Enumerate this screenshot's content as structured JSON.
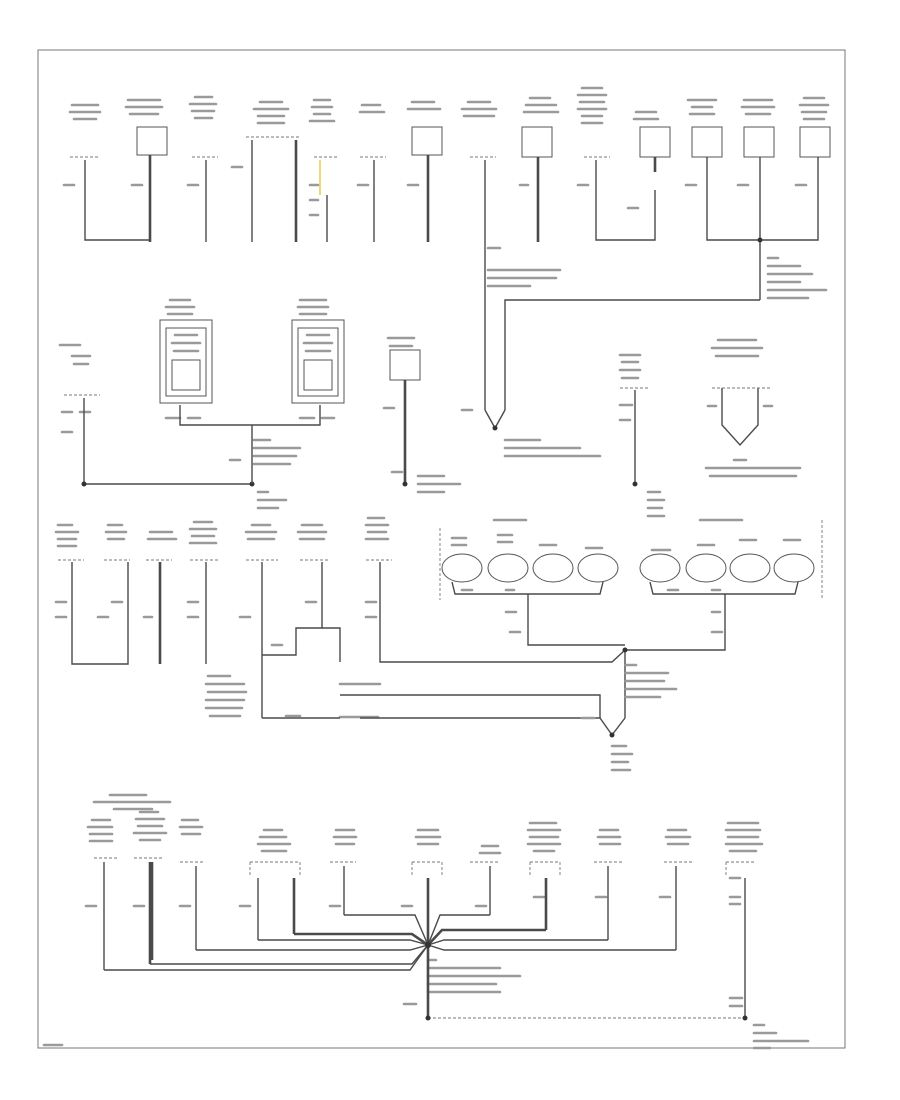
{
  "diagram": {
    "description_labels_legible": false,
    "wire_color_note": "BLK",
    "footer_code": ""
  },
  "colors": {
    "wire": "#4a4a4a",
    "border": "#777777",
    "text_blur": "#9a9a9a",
    "highlight": "#f3e6b0"
  },
  "icons": {
    "ground_point": "ground-node",
    "splice_point": "splice-dot",
    "lamp": "lamp-bulb-icon",
    "component": "component-box"
  }
}
